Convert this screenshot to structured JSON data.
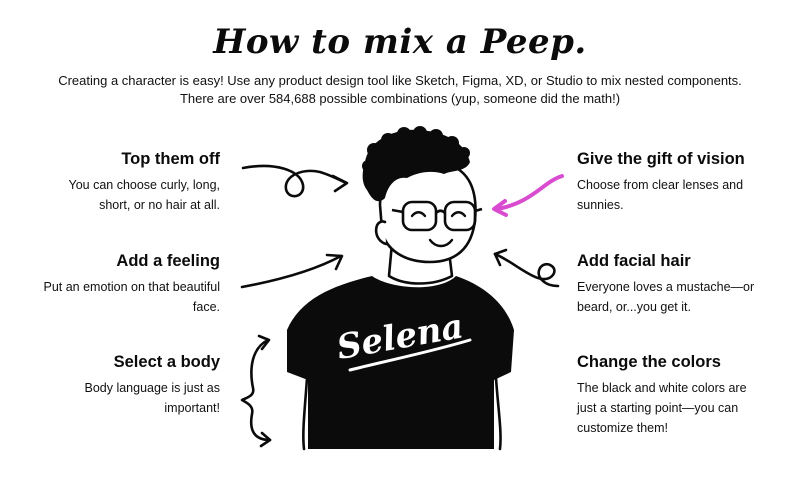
{
  "title": "How to mix a Peep.",
  "subtitle_line1": "Creating a character is easy! Use any product design tool like Sketch, Figma, XD, or Studio to mix nested components.",
  "subtitle_line2": "There are over 584,688 possible combinations (yup, someone did the math!)",
  "left": [
    {
      "heading": "Top them off",
      "line1": "You can choose curly, long,",
      "line2": "short, or no hair at all."
    },
    {
      "heading": "Add a feeling",
      "line1": "Put an emotion on that beautiful",
      "line2": "face."
    },
    {
      "heading": "Select a body",
      "line1": "Body language is just as",
      "line2": "important!"
    }
  ],
  "right": [
    {
      "heading": "Give the gift of vision",
      "line1": "Choose from clear lenses and",
      "line2": "sunnies."
    },
    {
      "heading": "Add facial hair",
      "line1": "Everyone loves a mustache—or",
      "line2": "beard, or...you get it."
    },
    {
      "heading": "Change the colors",
      "line1": "The black and white colors are",
      "line2": "just a starting point—you can",
      "line3": "customize them!"
    }
  ],
  "shirt_text": "Selena",
  "colors": {
    "ink": "#0b0b0b",
    "accent_arrow": "#d94cd0",
    "background": "#ffffff"
  },
  "icons": [
    "hair-arrow-icon",
    "feeling-arrow-icon",
    "body-brace-arrow-icon",
    "vision-arrow-icon",
    "facial-hair-arrow-icon",
    "peep-character-illustration"
  ]
}
